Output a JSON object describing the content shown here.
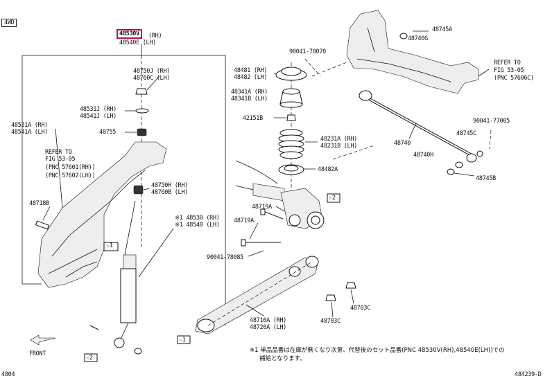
{
  "header": {
    "badge_4wd": "4WD",
    "highlighted_part": "48530V"
  },
  "labels": {
    "p48530V": "48530V (RH)",
    "p48540E": "48540E (LH)",
    "p48750J": "48750J (RH)",
    "p48760C": "48760C (LH)",
    "p48531J": "48531J (RH)",
    "p48541J": "48541J (LH)",
    "p48531A": "48531A (RH)",
    "p48541A": "48541A (LH)",
    "p48755": "48755",
    "refer_left_1": "REFER TO",
    "refer_left_2": "FIG 53-05",
    "refer_left_3": "(PNC 57601(RH))",
    "refer_left_4": "(PNC 57602(LH))",
    "p48750H": "48750H (RH)",
    "p48760B": "48760B (LH)",
    "p48718B": "48718B",
    "star1_left": "☆1",
    "star1_48530": "※1 48530 (RH)",
    "star1_48540": "※1 48540 (LH)",
    "p90041_78070": "90041-78070",
    "p48481": "48481 (RH)",
    "p48482": "48482 (LH)",
    "p48341A": "48341A (RH)",
    "p48341B": "48341B (LH)",
    "p42151B": "42151B",
    "p48231A": "48231A (RH)",
    "p48231B": "48231B (LH)",
    "p48482A": "48482A",
    "star2_right": "☆2",
    "p48719A_1": "48719A",
    "p48719A_2": "48719A",
    "p90041_78085": "90041-78085",
    "p48745A": "48745A",
    "p48740G": "48740G",
    "refer_right_1": "REFER TO",
    "refer_right_2": "FIG 53-05",
    "refer_right_3": "(PNC 57606C)",
    "p90041_77005": "90041-77005",
    "p48745C": "48745C",
    "p48740": "48740",
    "p48740H": "48740H",
    "p48745B": "48745B",
    "p48703C_1": "48703C",
    "p48703C_2": "48703C",
    "p48710A": "48710A (RH)",
    "p48720A": "48720A (LH)",
    "star1_bottom": "☆1",
    "star2_bottom": "☆2",
    "front": "FRONT",
    "page_left": "4804",
    "page_right": "484239-D"
  },
  "footnote": {
    "line1": "※1 単品品番は在庫が無くなり次第、代替後のセット品番(PNC 48530V(RH),48540E(LH))での",
    "line2": "補給となります。"
  }
}
